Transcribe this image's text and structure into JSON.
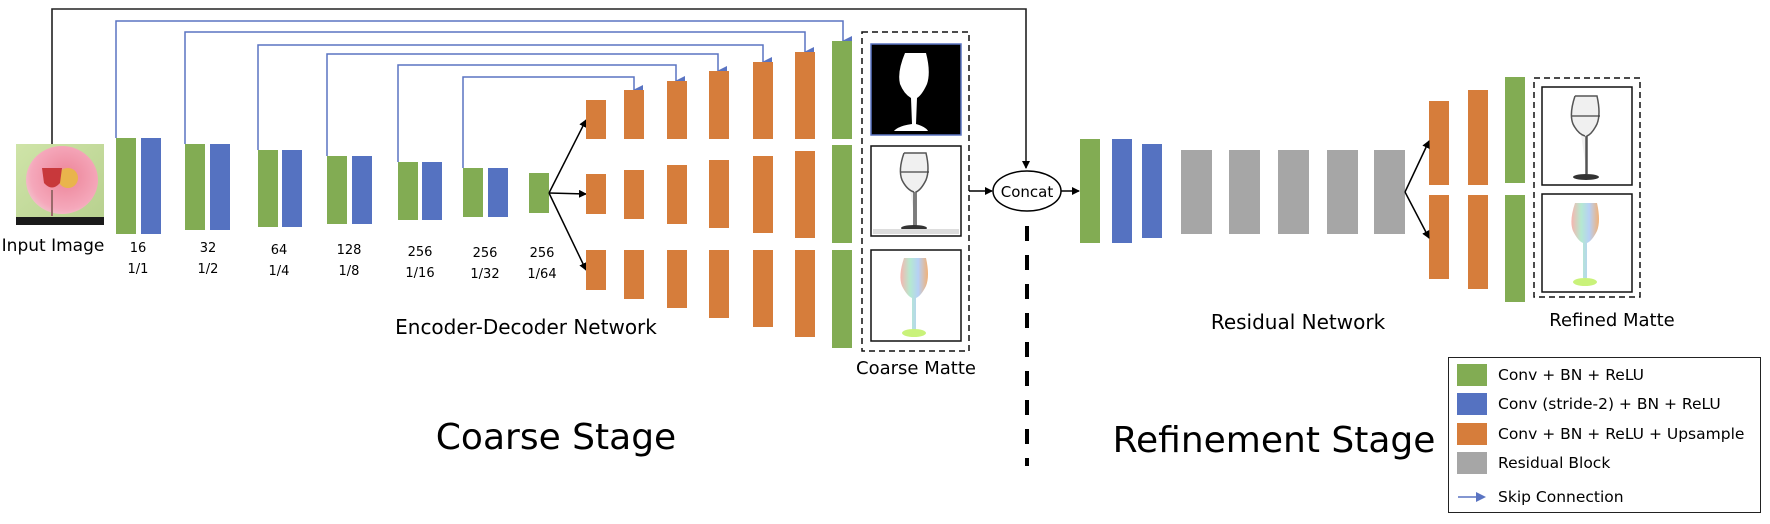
{
  "colors": {
    "conv_bn_relu": "#82ac53",
    "conv_stride2": "#5572c1",
    "upsample": "#d67d3b",
    "residual": "#a6a6a6",
    "skip": "#5a74c2",
    "line": "#000000"
  },
  "labels": {
    "input_image": "Input Image",
    "encoder_decoder": "Encoder-Decoder Network",
    "coarse_matte": "Coarse Matte",
    "concat": "Concat",
    "residual_network": "Residual Network",
    "refined_matte": "Refined Matte",
    "coarse_stage": "Coarse Stage",
    "refinement_stage": "Refinement Stage"
  },
  "encoder_levels": [
    {
      "channels": "16",
      "scale": "1/1"
    },
    {
      "channels": "32",
      "scale": "1/2"
    },
    {
      "channels": "64",
      "scale": "1/4"
    },
    {
      "channels": "128",
      "scale": "1/8"
    },
    {
      "channels": "256",
      "scale": "1/16"
    },
    {
      "channels": "256",
      "scale": "1/32"
    },
    {
      "channels": "256",
      "scale": "1/64"
    }
  ],
  "decoder_branches": 3,
  "decoder_blocks_per_branch": 6,
  "residual_blocks": 5,
  "refinement_branches": 2,
  "coarse_matte_outputs": [
    "alpha-mask",
    "alpha-matte",
    "refraction-flow"
  ],
  "refined_matte_outputs": [
    "alpha-matte",
    "refraction-flow"
  ],
  "legend": [
    {
      "key": "conv_bn_relu",
      "label": "Conv + BN + ReLU"
    },
    {
      "key": "conv_stride2",
      "label": "Conv (stride-2) + BN + ReLU"
    },
    {
      "key": "upsample",
      "label": "Conv + BN + ReLU + Upsample"
    },
    {
      "key": "residual",
      "label": "Residual Block"
    },
    {
      "key": "skip",
      "label": "Skip Connection"
    }
  ]
}
